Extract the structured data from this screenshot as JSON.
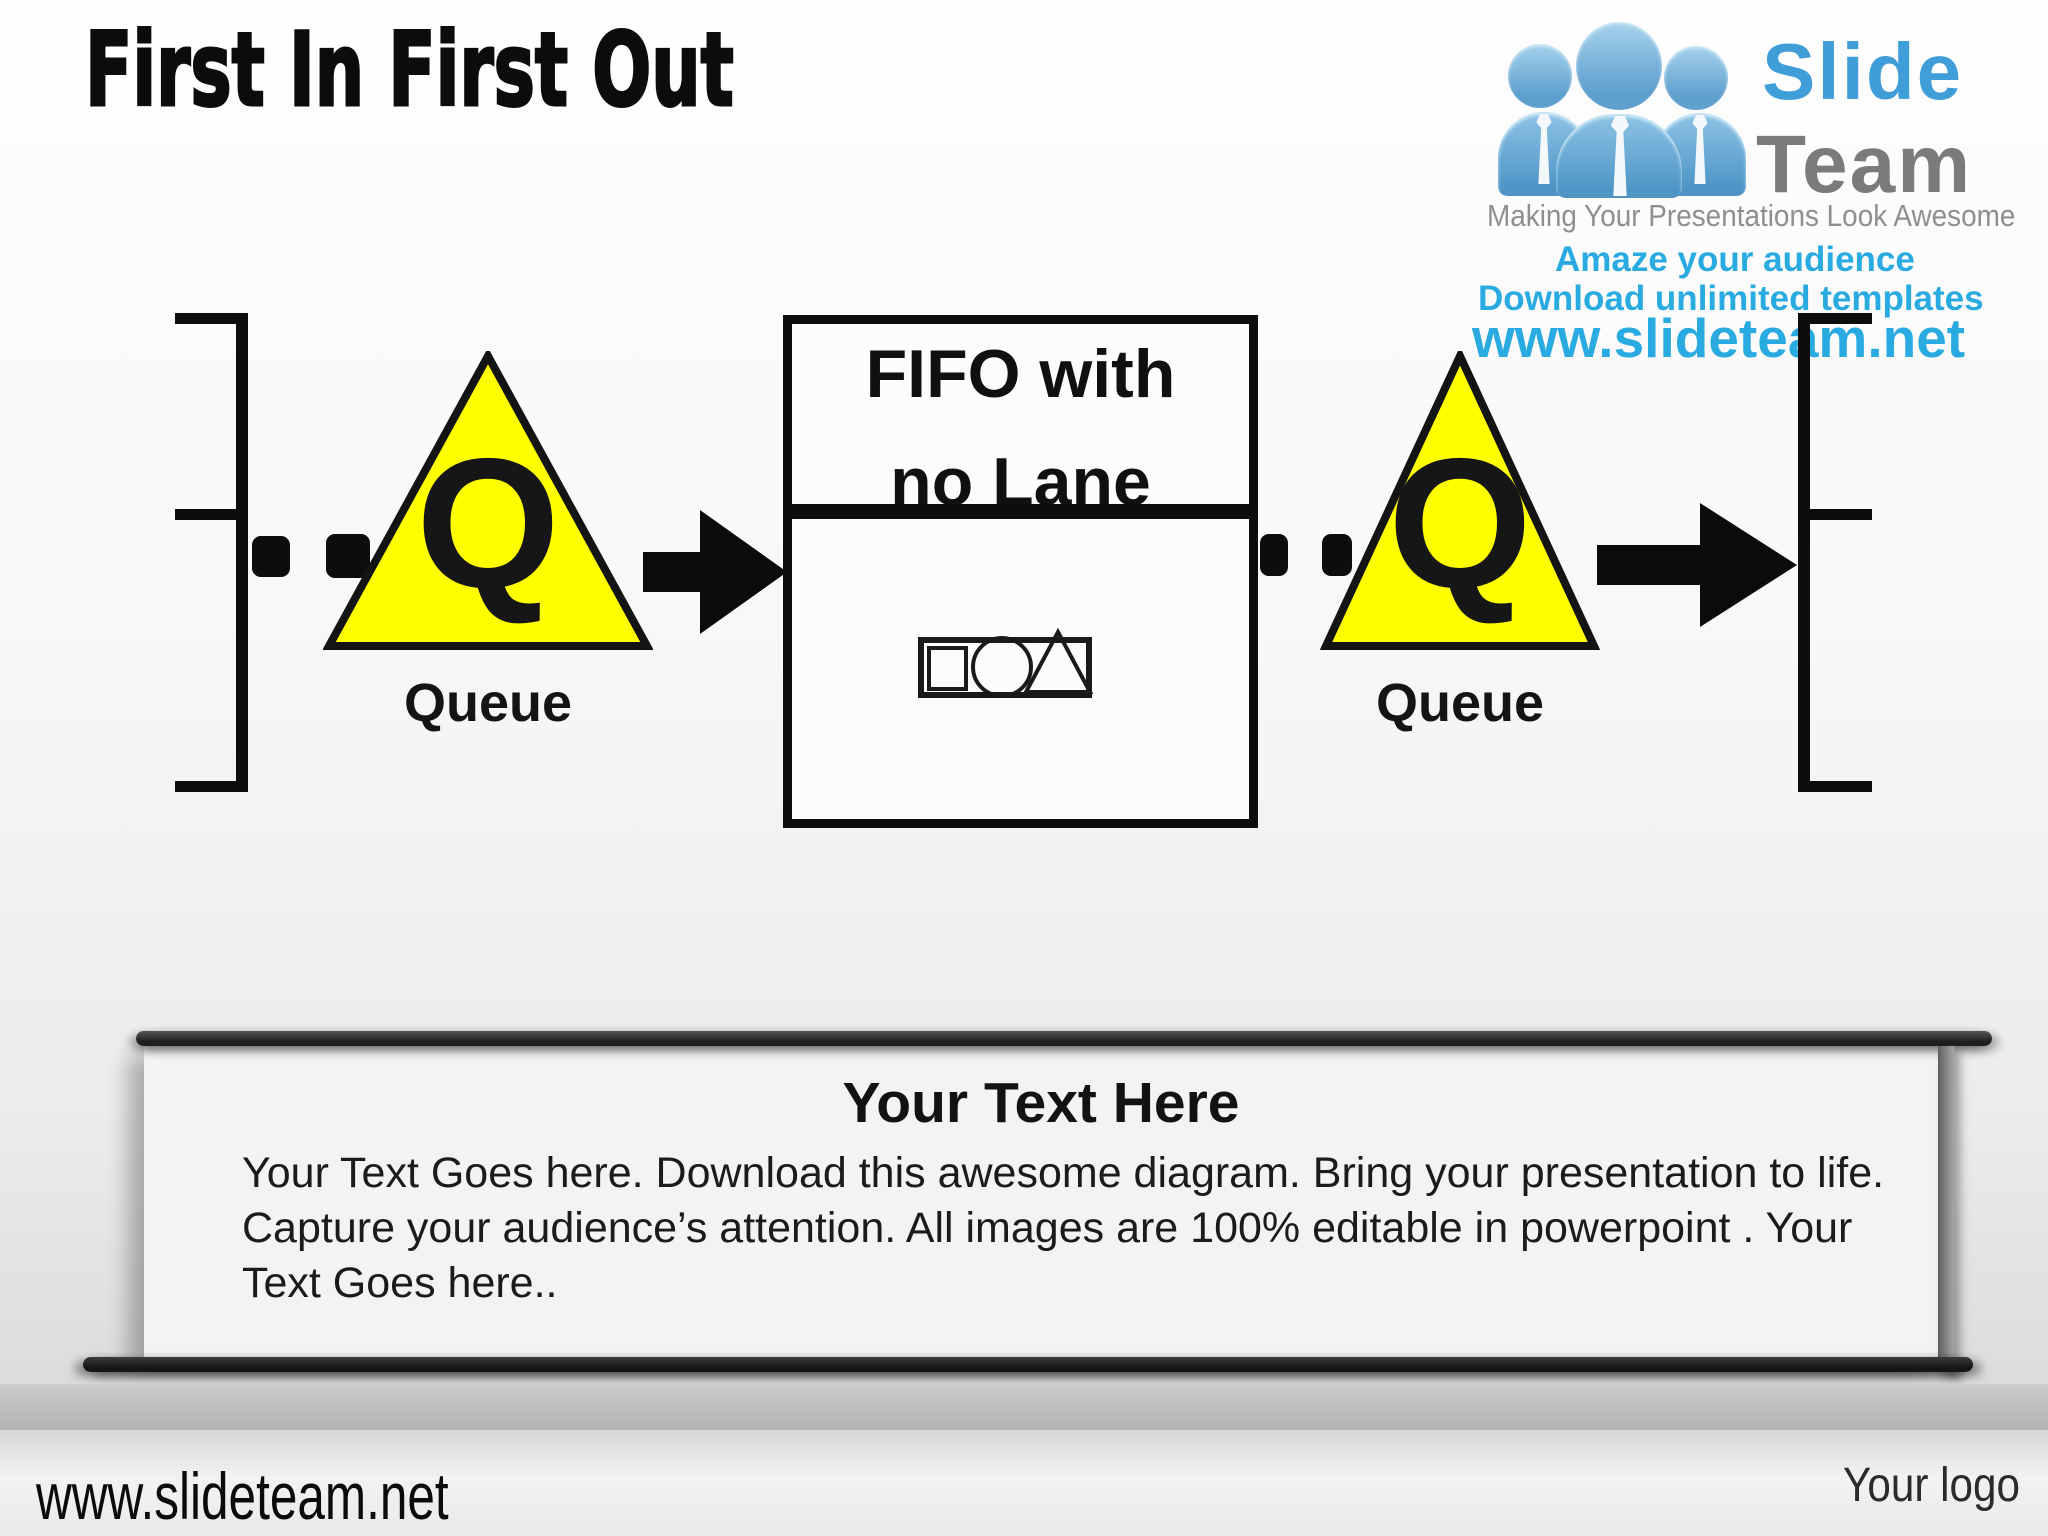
{
  "slide": {
    "title": "First In First Out",
    "logo": {
      "brand_top": "Slide",
      "brand_bottom": "Team",
      "tagline": "Making Your Presentations Look Awesome",
      "promo_line1": "Amaze your audience",
      "promo_line2": "Download unlimited templates",
      "website": "www.slideteam.net",
      "colors": {
        "promo_blue": "#29abe2",
        "brand_blue": "#3f9dd8",
        "brand_gray": "#7b7b7b"
      }
    },
    "diagram": {
      "process_box": {
        "title_line1": "FIFO with",
        "title_line2": "no Lane"
      },
      "queues": [
        {
          "symbol": "Q",
          "label": "Queue"
        },
        {
          "symbol": "Q",
          "label": "Queue"
        }
      ],
      "colors": {
        "triangle_fill": "#ffff00",
        "line_black": "#0d0d0d"
      }
    },
    "textbox": {
      "heading": "Your Text Here",
      "body_lines": [
        "Your Text Goes here. Download this awesome diagram. Bring your presentation to life.",
        "Capture your audience’s attention. All images are 100% editable in powerpoint . Your",
        "Text Goes here.."
      ]
    },
    "footer": {
      "site": "www.slideteam.net",
      "logo_placeholder": "Your logo"
    }
  }
}
